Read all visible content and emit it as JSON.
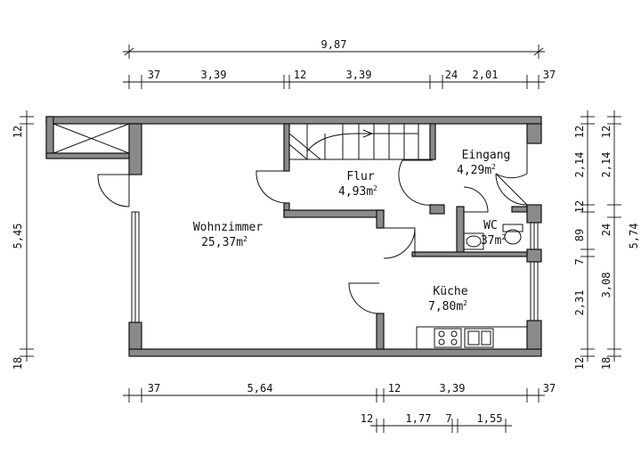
{
  "rooms": {
    "wohnzimmer": {
      "name": "Wohnzimmer",
      "area": "25,37m",
      "sup": "2"
    },
    "flur": {
      "name": "Flur",
      "area": "4,93m",
      "sup": "2"
    },
    "eingang": {
      "name": "Eingang",
      "area": "4,29m",
      "sup": "2"
    },
    "wc": {
      "name": "WC",
      "area": "37m",
      "sup": "2"
    },
    "kueche": {
      "name": "Küche",
      "area": "7,80m",
      "sup": "2"
    }
  },
  "dimensions": {
    "top_total": "9,87",
    "top_chain": [
      "37",
      "3,39",
      "12",
      "3,39",
      "24",
      "2,01",
      "37"
    ],
    "bottom_chain": [
      "37",
      "5,64",
      "12",
      "3,39",
      "37"
    ],
    "bottom_sub": [
      "12",
      "1,77",
      "7",
      "1,55"
    ],
    "left_total": "5,45",
    "left_top": "12",
    "left_bottom": "18",
    "right_a": [
      "12",
      "2,14",
      "12",
      "89",
      "7",
      "2,31",
      "12"
    ],
    "right_b": [
      "12",
      "2,14",
      "24",
      "3,08",
      "18"
    ],
    "right_total": "5,74"
  }
}
